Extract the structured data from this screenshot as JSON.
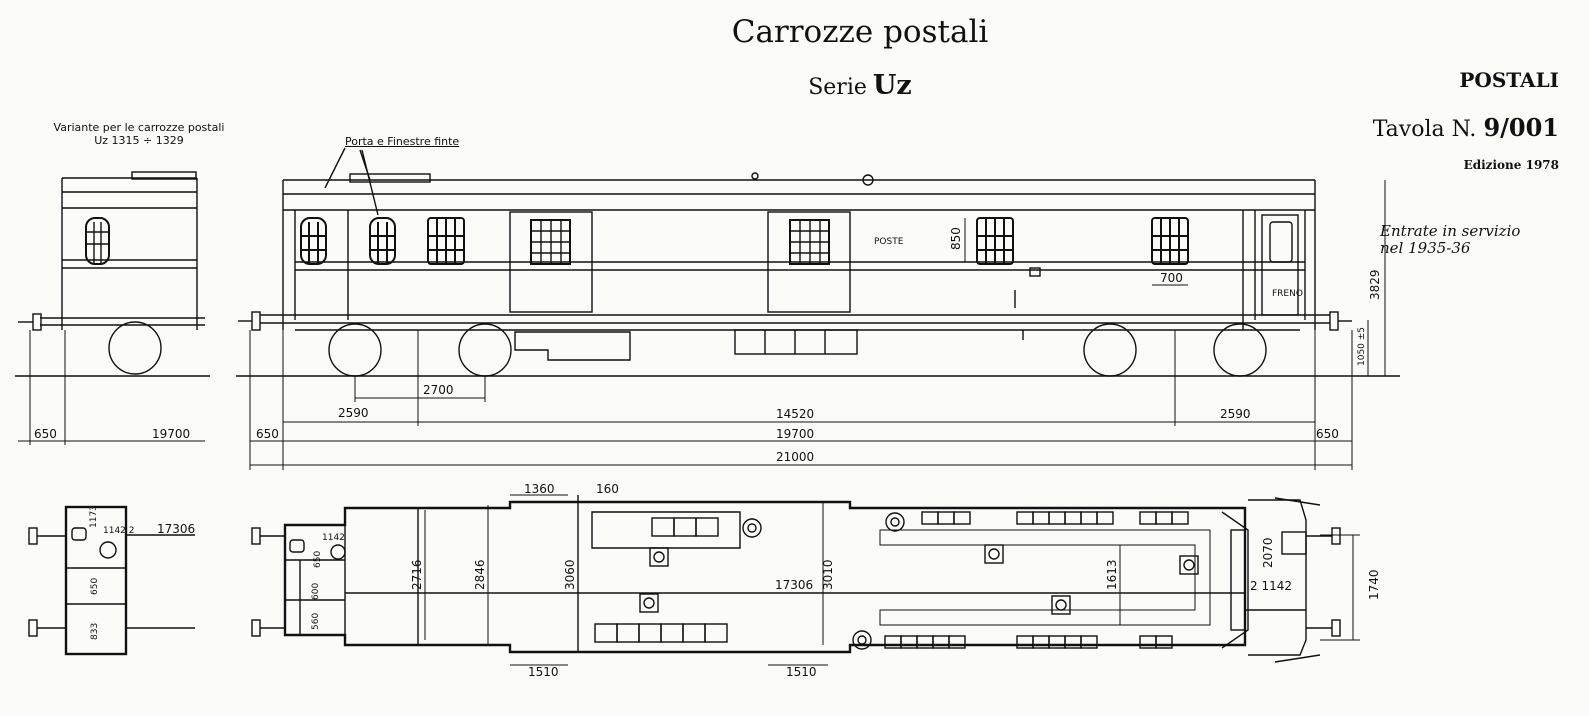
{
  "header": {
    "title": "Carrozze postali",
    "serie_label": "Serie",
    "serie_code": "Uz",
    "category": "POSTALI",
    "tavola_label": "Tavola N.",
    "tavola_number": "9/001",
    "edizione": "Edizione 1978",
    "service_line1": "Entrate in servizio",
    "service_line2": "nel 1935-36"
  },
  "notes": {
    "variante_line1": "Variante per le carrozze postali",
    "variante_line2": "Uz 1315 ÷ 1329",
    "porta": "Porta e Finestre finte"
  },
  "car_labels": {
    "poste": "POSTE",
    "freno": "FRENO"
  },
  "dimensions": {
    "d2590_left": "2590",
    "d2700": "2700",
    "d14520": "14520",
    "d2590_right": "2590",
    "d650_small": "650",
    "d19700_small": "19700",
    "d650_left": "650",
    "d19700": "19700",
    "d650_right": "650",
    "d21000": "21000",
    "d3829": "3829",
    "d1050": "1050 ±5",
    "d850": "850",
    "d700": "700",
    "d1360": "1360",
    "d160": "160",
    "d1173": "1173",
    "d1142_small": "1142 2",
    "d17306_small": "17306",
    "d650_plan_small": "650",
    "d833": "833",
    "d1142_left": "1142",
    "d650_plan": "650",
    "d600": "600",
    "d560": "560",
    "d2716": "2716",
    "d2846": "2846",
    "d3060": "3060",
    "d17306": "17306",
    "d3010": "3010",
    "d1613": "1613",
    "d2070": "2070",
    "d1142_right": "2 1142",
    "d1740": "1740",
    "d1510_left": "1510",
    "d1510_right": "1510"
  }
}
